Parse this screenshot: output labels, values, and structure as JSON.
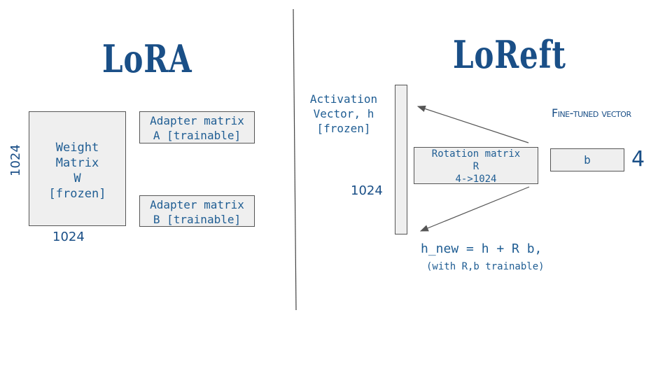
{
  "lora": {
    "title": "LoRA",
    "weight_matrix": "Weight\nMatrix\nW\n[frozen]",
    "adapter_a": "Adapter matrix\nA [trainable]",
    "adapter_b": "Adapter matrix\nB [trainable]",
    "dim_vertical": "1024",
    "dim_horizontal": "1024"
  },
  "loreft": {
    "title": "LoReft",
    "activation_label": "Activation\nVector, h\n[frozen]",
    "dim_activation": "1024",
    "rotation_matrix": "Rotation matrix\nR\n4->1024",
    "finetuned_label": "Fine-tuned vector",
    "vector_b": "b",
    "dim_b": "4",
    "formula": "h_new = h + R b,",
    "formula_note": "(with R,b trainable)"
  },
  "colors": {
    "text": "#1f5d93",
    "box_fill": "#efefef",
    "box_border": "#555555",
    "arrow": "#555555"
  }
}
